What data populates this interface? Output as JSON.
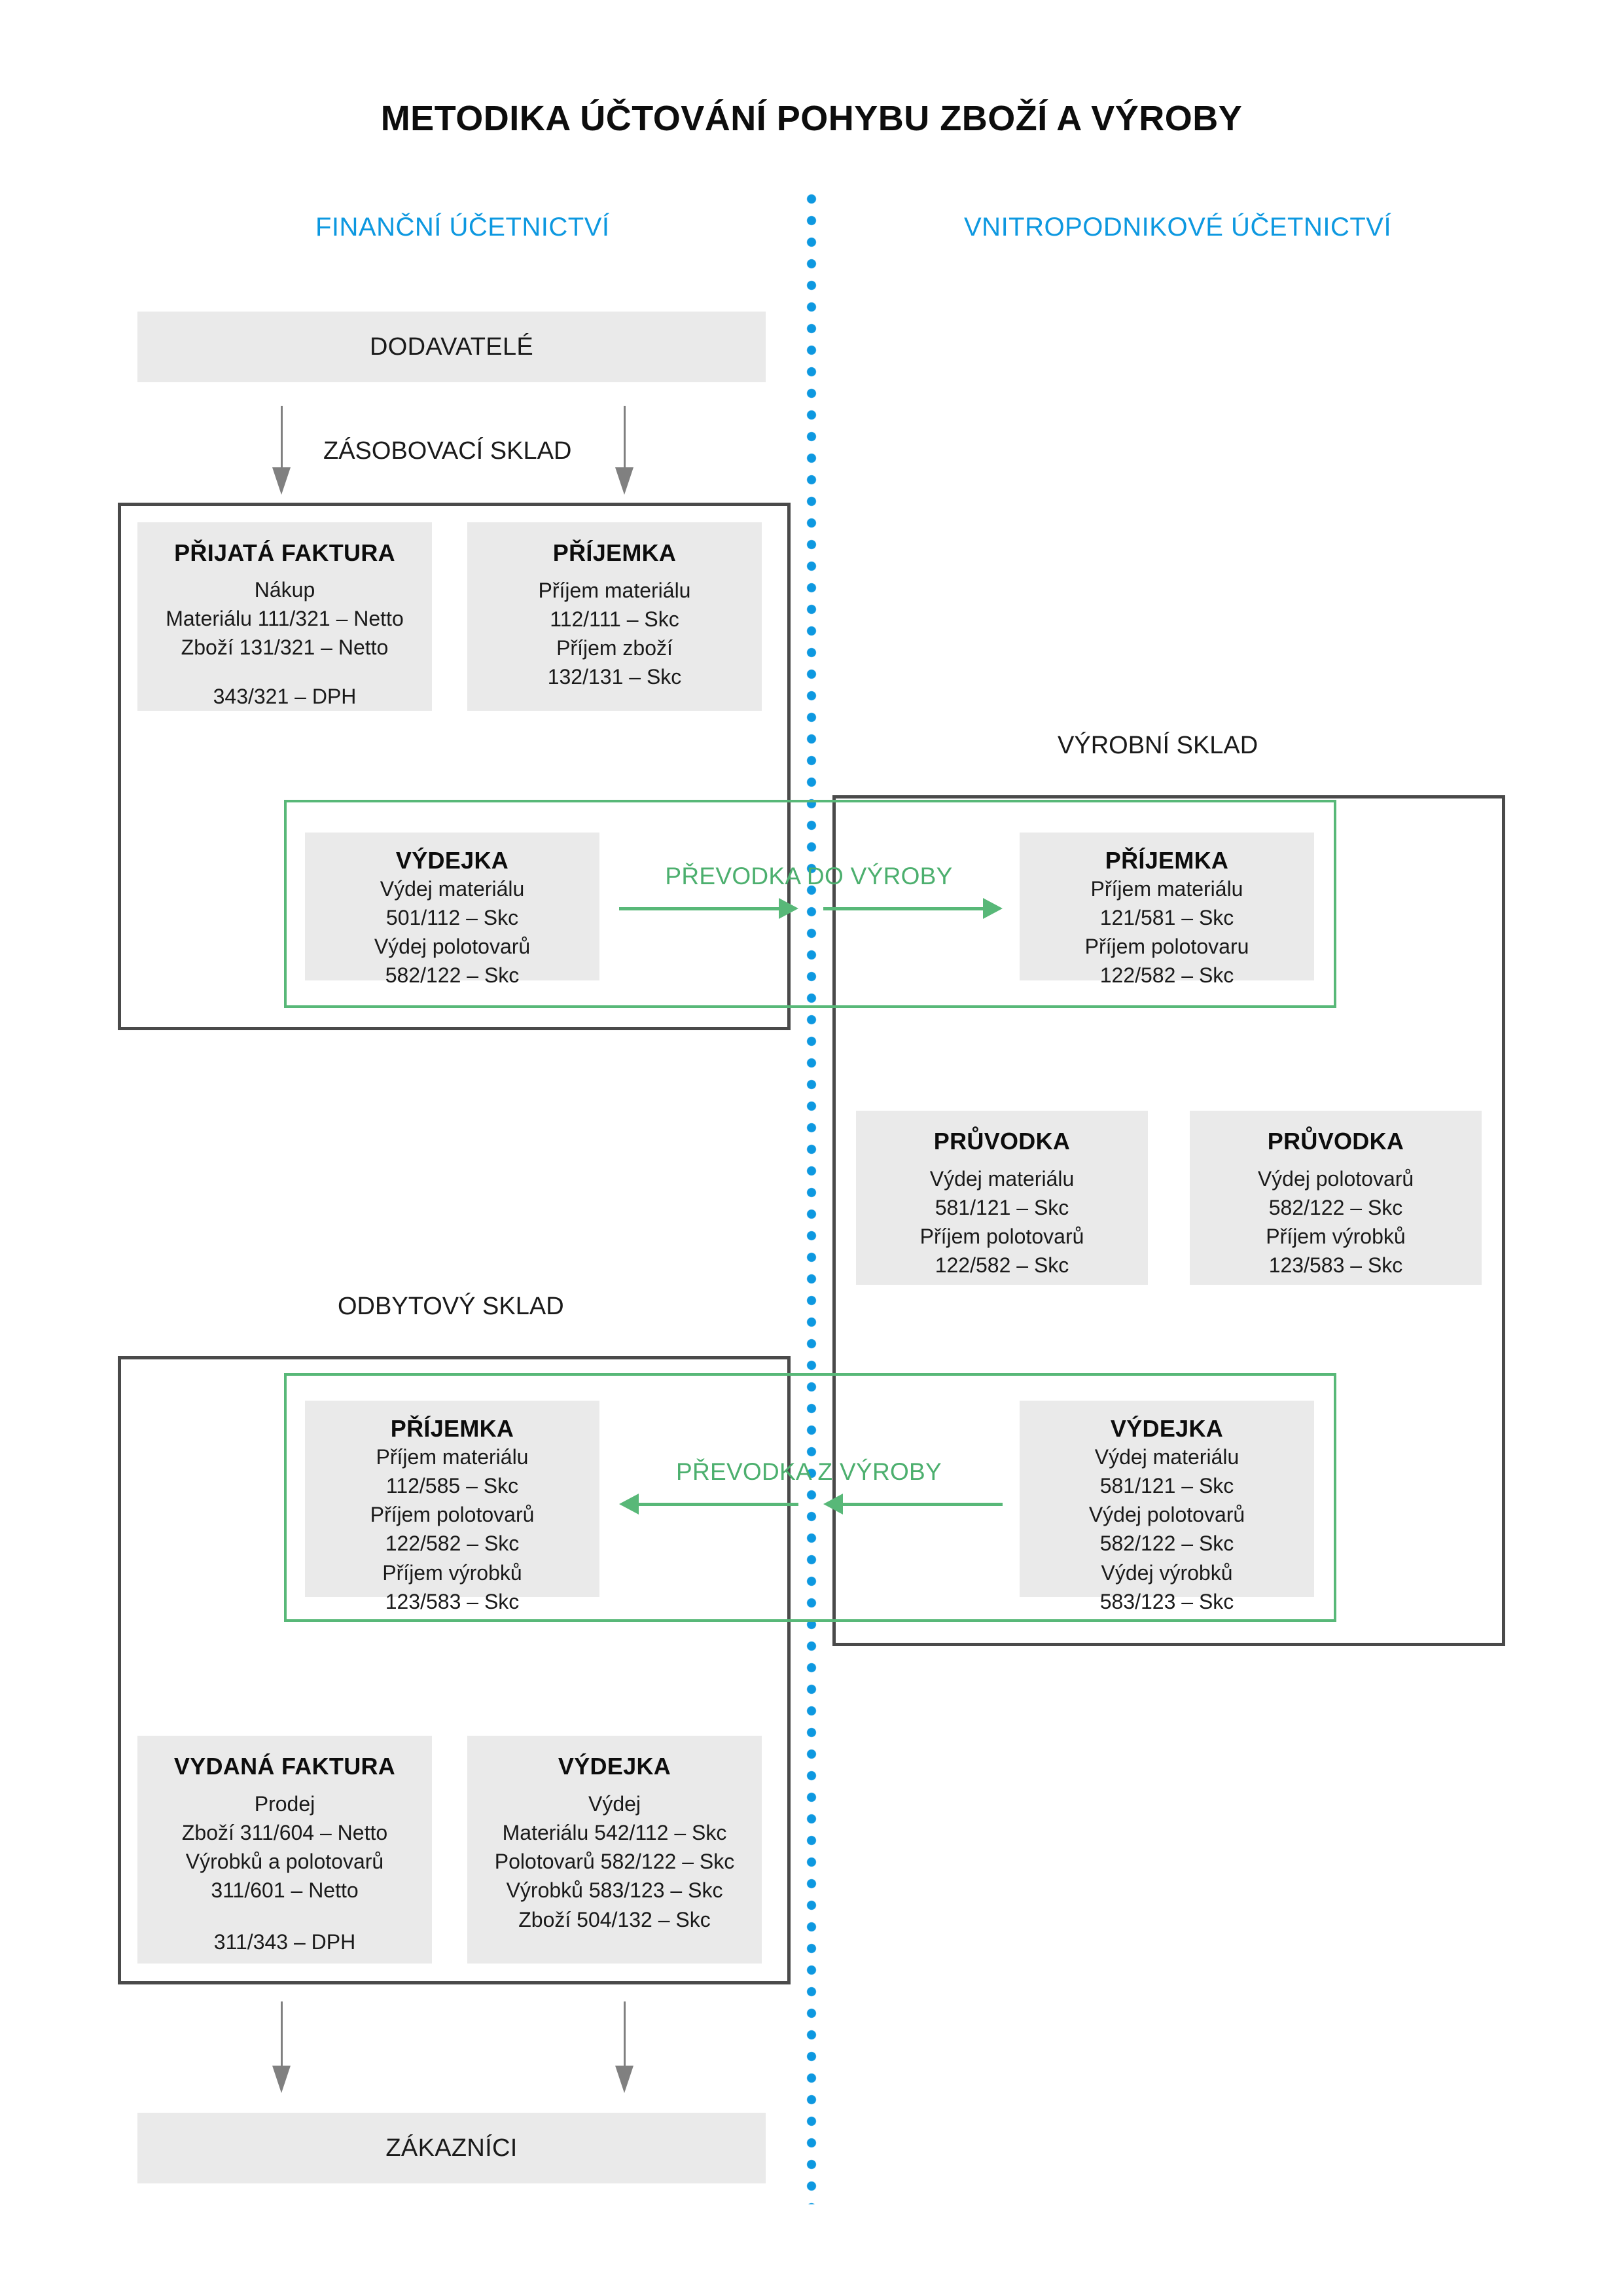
{
  "title": "METODIKA ÚČTOVÁNÍ POHYBU ZBOŽÍ A VÝROBY",
  "columns": {
    "left_header": "FINANČNÍ ÚČETNICTVÍ",
    "right_header": "VNITROPODNIKOVÉ ÚČETNICTVÍ"
  },
  "colors": {
    "accent_blue": "#0d98e0",
    "accent_green": "#58b878",
    "card_grey": "#eaeaea",
    "frame_grey": "#4a4a4a",
    "arrow_grey": "#808080",
    "text_black": "#1a1a1a"
  },
  "area_labels": {
    "supply_warehouse": "ZÁSOBOVACÍ SKLAD",
    "production_warehouse": "VÝROBNÍ SKLAD",
    "sales_warehouse": "ODBYTOVÝ SKLAD"
  },
  "banners": {
    "suppliers": "DODAVATELÉ",
    "customers": "ZÁKAZNÍCI"
  },
  "transfers": {
    "to_production": "PŘEVODKA  DO VÝROBY",
    "from_production": "PŘEVODKA  Z VÝROBY"
  },
  "cards": {
    "received_invoice": {
      "title": "PŘIJATÁ FAKTURA",
      "lines": [
        "Nákup",
        "Materiálu 111/321 – Netto",
        "Zboží 131/321 – Netto"
      ],
      "lines2": [
        "343/321 – DPH"
      ]
    },
    "goods_receipt_supply": {
      "title": "PŘÍJEMKA",
      "lines": [
        "Příjem materiálu",
        "112/111 – Skc",
        "Příjem zboží",
        "132/131 – Skc"
      ],
      "lines2": []
    },
    "issue_note_supply": {
      "title": "VÝDEJKA",
      "lines": [
        "Výdej materiálu",
        "501/112 – Skc",
        "Výdej polotovarů",
        "582/122 – Skc"
      ],
      "lines2": []
    },
    "goods_receipt_production": {
      "title": "PŘÍJEMKA",
      "lines": [
        "Příjem materiálu",
        "121/581 – Skc",
        "Příjem polotovaru",
        "122/582 – Skc"
      ],
      "lines2": []
    },
    "routing_card_left": {
      "title": "PRŮVODKA",
      "lines": [
        "Výdej materiálu",
        "581/121 – Skc",
        "Příjem polotovarů",
        "122/582 – Skc"
      ],
      "lines2": []
    },
    "routing_card_right": {
      "title": "PRŮVODKA",
      "lines": [
        "Výdej polotovarů",
        "582/122 – Skc",
        "Příjem výrobků",
        "123/583 – Skc"
      ],
      "lines2": []
    },
    "goods_receipt_sales": {
      "title": "PŘÍJEMKA",
      "lines": [
        "Příjem materiálu",
        "112/585 – Skc",
        "Příjem polotovarů",
        "122/582 – Skc",
        "Příjem výrobků",
        "123/583 – Skc"
      ],
      "lines2": []
    },
    "issue_note_production": {
      "title": "VÝDEJKA",
      "lines": [
        "Výdej materiálu",
        "581/121 – Skc",
        "Výdej polotovarů",
        "582/122 – Skc",
        "Výdej výrobků",
        "583/123 – Skc"
      ],
      "lines2": []
    },
    "issued_invoice": {
      "title": "VYDANÁ FAKTURA",
      "lines": [
        "Prodej",
        "Zboží 311/604 – Netto",
        "Výrobků a polotovarů",
        "311/601 – Netto"
      ],
      "lines2": [
        "311/343 – DPH"
      ]
    },
    "issue_note_sales": {
      "title": "VÝDEJKA",
      "lines": [
        "Výdej",
        "Materiálu 542/112 – Skc",
        "Polotovarů 582/122 – Skc",
        "Výrobků 583/123 – Skc",
        "Zboží 504/132 – Skc"
      ],
      "lines2": []
    }
  }
}
